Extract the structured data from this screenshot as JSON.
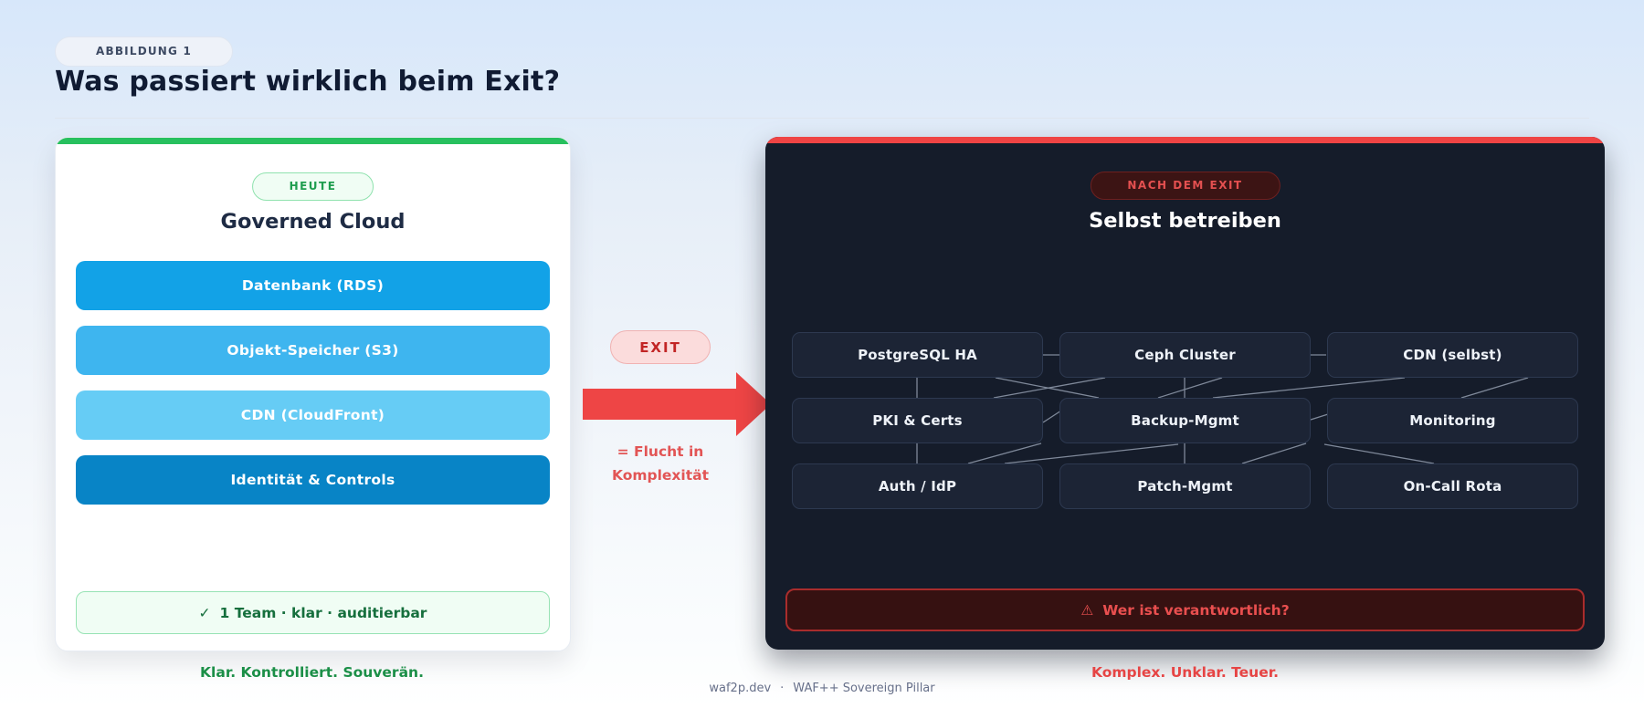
{
  "figure_label": "ABBILDUNG 1",
  "title": "Was passiert wirklich beim Exit?",
  "left_panel": {
    "accent_color": "#27c05e",
    "badge": "HEUTE",
    "title": "Governed Cloud",
    "services": [
      {
        "label": "Datenbank (RDS)",
        "color": "#12a2e7"
      },
      {
        "label": "Objekt-Speicher (S3)",
        "color": "#3eb5ef"
      },
      {
        "label": "CDN (CloudFront)",
        "color": "#66ccf5"
      },
      {
        "label": "Identität & Controls",
        "color": "#0884c6"
      }
    ],
    "check_icon": "✓",
    "summary": "1 Team · klar · auditierbar",
    "caption": "Klar. Kontrolliert. Souverän."
  },
  "transition": {
    "badge": "EXIT",
    "arrow_color": "#ee4545",
    "caption_line1": "= Flucht in",
    "caption_line2": "Komplexität"
  },
  "right_panel": {
    "accent_color": "#ef4444",
    "badge": "NACH DEM EXIT",
    "title": "Selbst betreiben",
    "components": [
      [
        "PostgreSQL HA",
        "Ceph Cluster",
        "CDN (selbst)"
      ],
      [
        "PKI & Certs",
        "Backup-Mgmt",
        "Monitoring"
      ],
      [
        "Auth / IdP",
        "Patch-Mgmt",
        "On-Call Rota"
      ]
    ],
    "warning_icon": "⚠",
    "warning": "Wer ist verantwortlich?",
    "caption": "Komplex. Unklar. Teuer."
  },
  "footer": {
    "site": "waf2p.dev",
    "separator": "·",
    "product": "WAF++ Sovereign Pillar"
  }
}
